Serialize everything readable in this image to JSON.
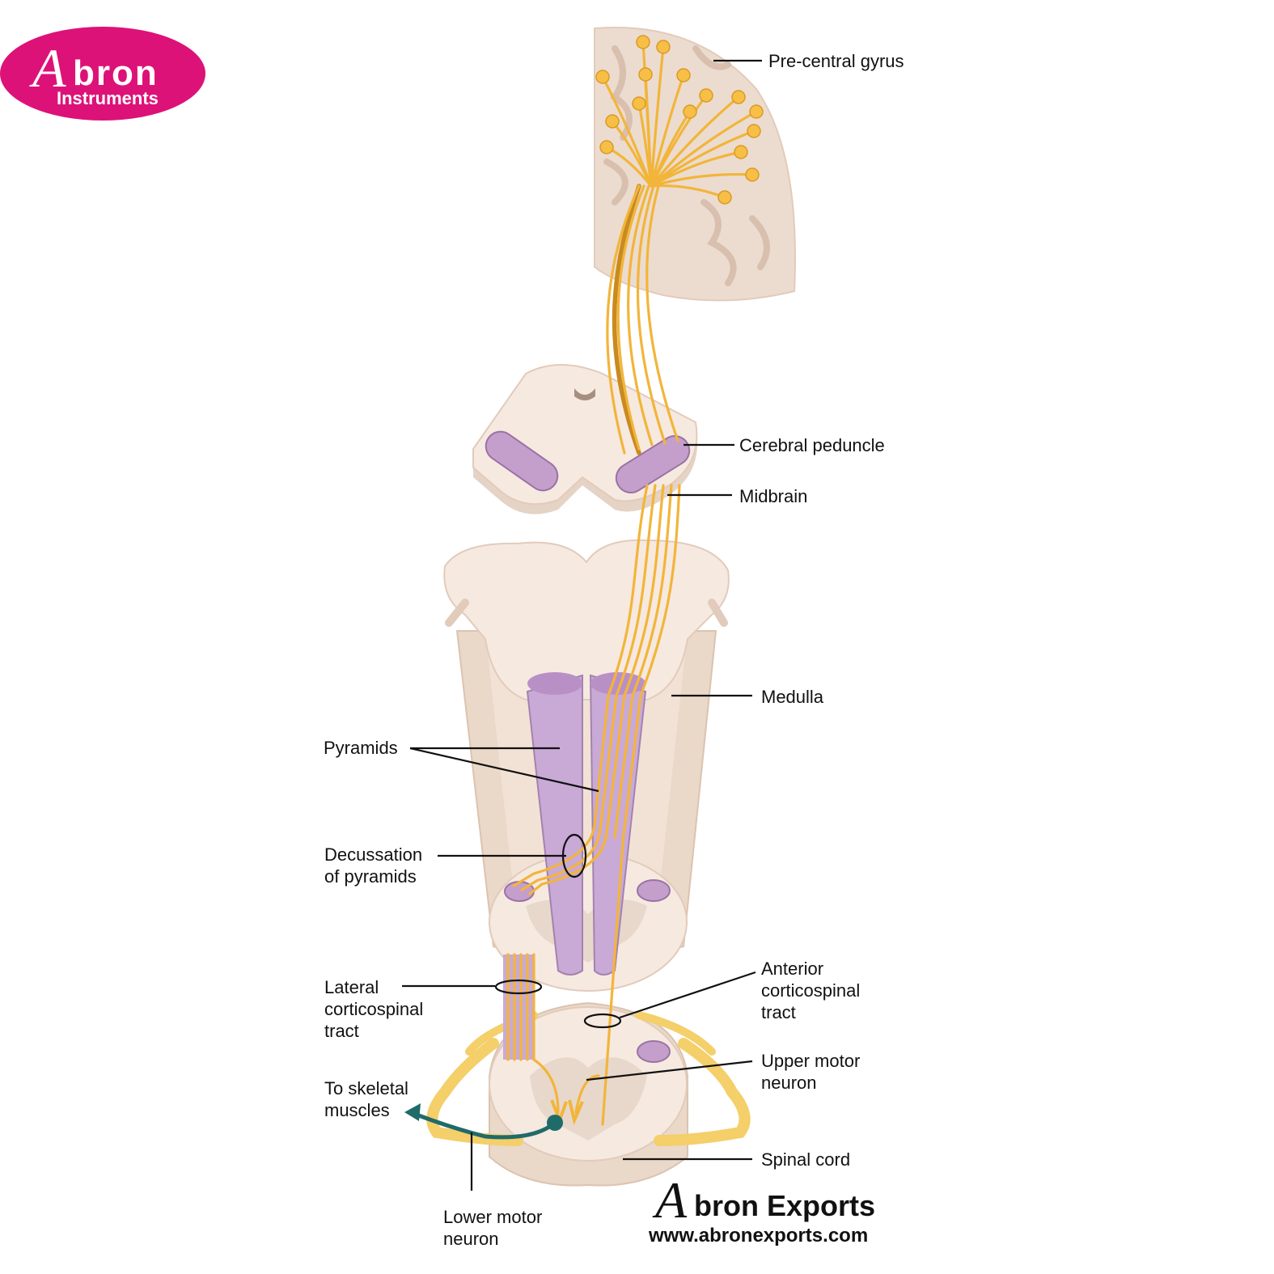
{
  "logo": {
    "name": "Abron",
    "subtitle": "Instruments",
    "color": "#dd1278"
  },
  "footer_logo": {
    "name": "Abron Exports",
    "url": "www.abronexports.com"
  },
  "labels": {
    "precentral_gyrus": "Pre-central gyrus",
    "cerebral_peduncle": "Cerebral peduncle",
    "midbrain": "Midbrain",
    "medulla": "Medulla",
    "pyramids": "Pyramids",
    "decussation_1": "Decussation",
    "decussation_2": "of pyramids",
    "lateral_1": "Lateral",
    "lateral_2": "corticospinal",
    "lateral_3": "tract",
    "anterior_1": "Anterior",
    "anterior_2": "corticospinal",
    "anterior_3": "tract",
    "upper_1": "Upper motor",
    "upper_2": "neuron",
    "skeletal_1": "To skeletal",
    "skeletal_2": "muscles",
    "spinal_cord": "Spinal cord",
    "lower_1": "Lower motor",
    "lower_2": "neuron"
  },
  "colors": {
    "axon": "#f2b53a",
    "tract": "#c4a2d0",
    "tissue": "#f6e9e0",
    "cortex": "#ecdccf",
    "lower_motor": "#1f6b6a"
  }
}
